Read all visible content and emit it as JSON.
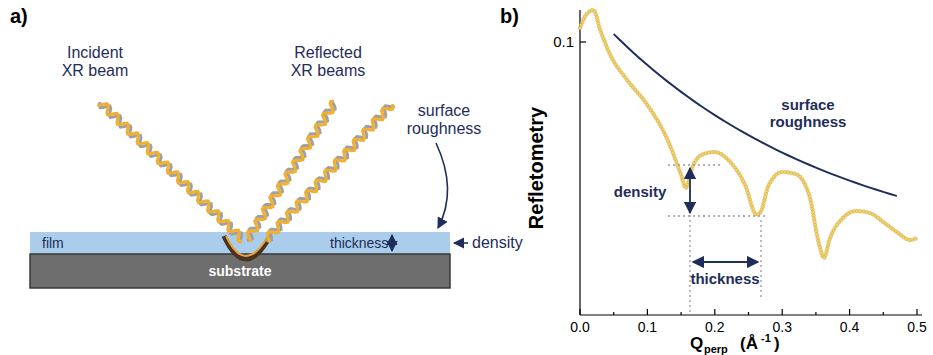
{
  "diagram": {
    "nodes": [
      {
        "text": [
          "film",
          "thickness"
        ]
      },
      {
        "text": [
          "substrate"
        ]
      }
    ],
    "labels": [
      "a)",
      "Incident XR beam",
      "Reflected XR beams",
      "surface roughness",
      "density",
      "b)",
      "0.1",
      "density",
      "thickness",
      "surface roughness",
      "0.0",
      "0.1",
      "0.2",
      "0.3",
      "0.4",
      "0.5",
      "Refletometry",
      "Q",
      "perp",
      "(Å",
      "-1",
      ")"
    ]
  }
}
